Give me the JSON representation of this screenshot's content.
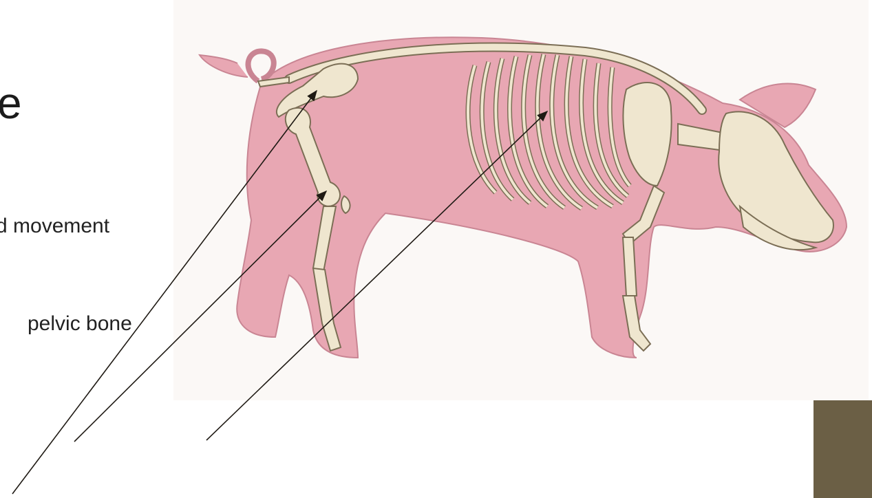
{
  "slide": {
    "title_fragment": "e",
    "bullets": [
      "d movement",
      "pelvic bone"
    ]
  },
  "colors": {
    "accent_bar": "#6b5f45",
    "pig_skin": "#e8a7b3",
    "bone": "#efe6cf",
    "bone_outline": "#7b6e55",
    "pointer_line": "#1f1a14"
  },
  "figure": {
    "subject": "pig-skeleton-icon"
  }
}
